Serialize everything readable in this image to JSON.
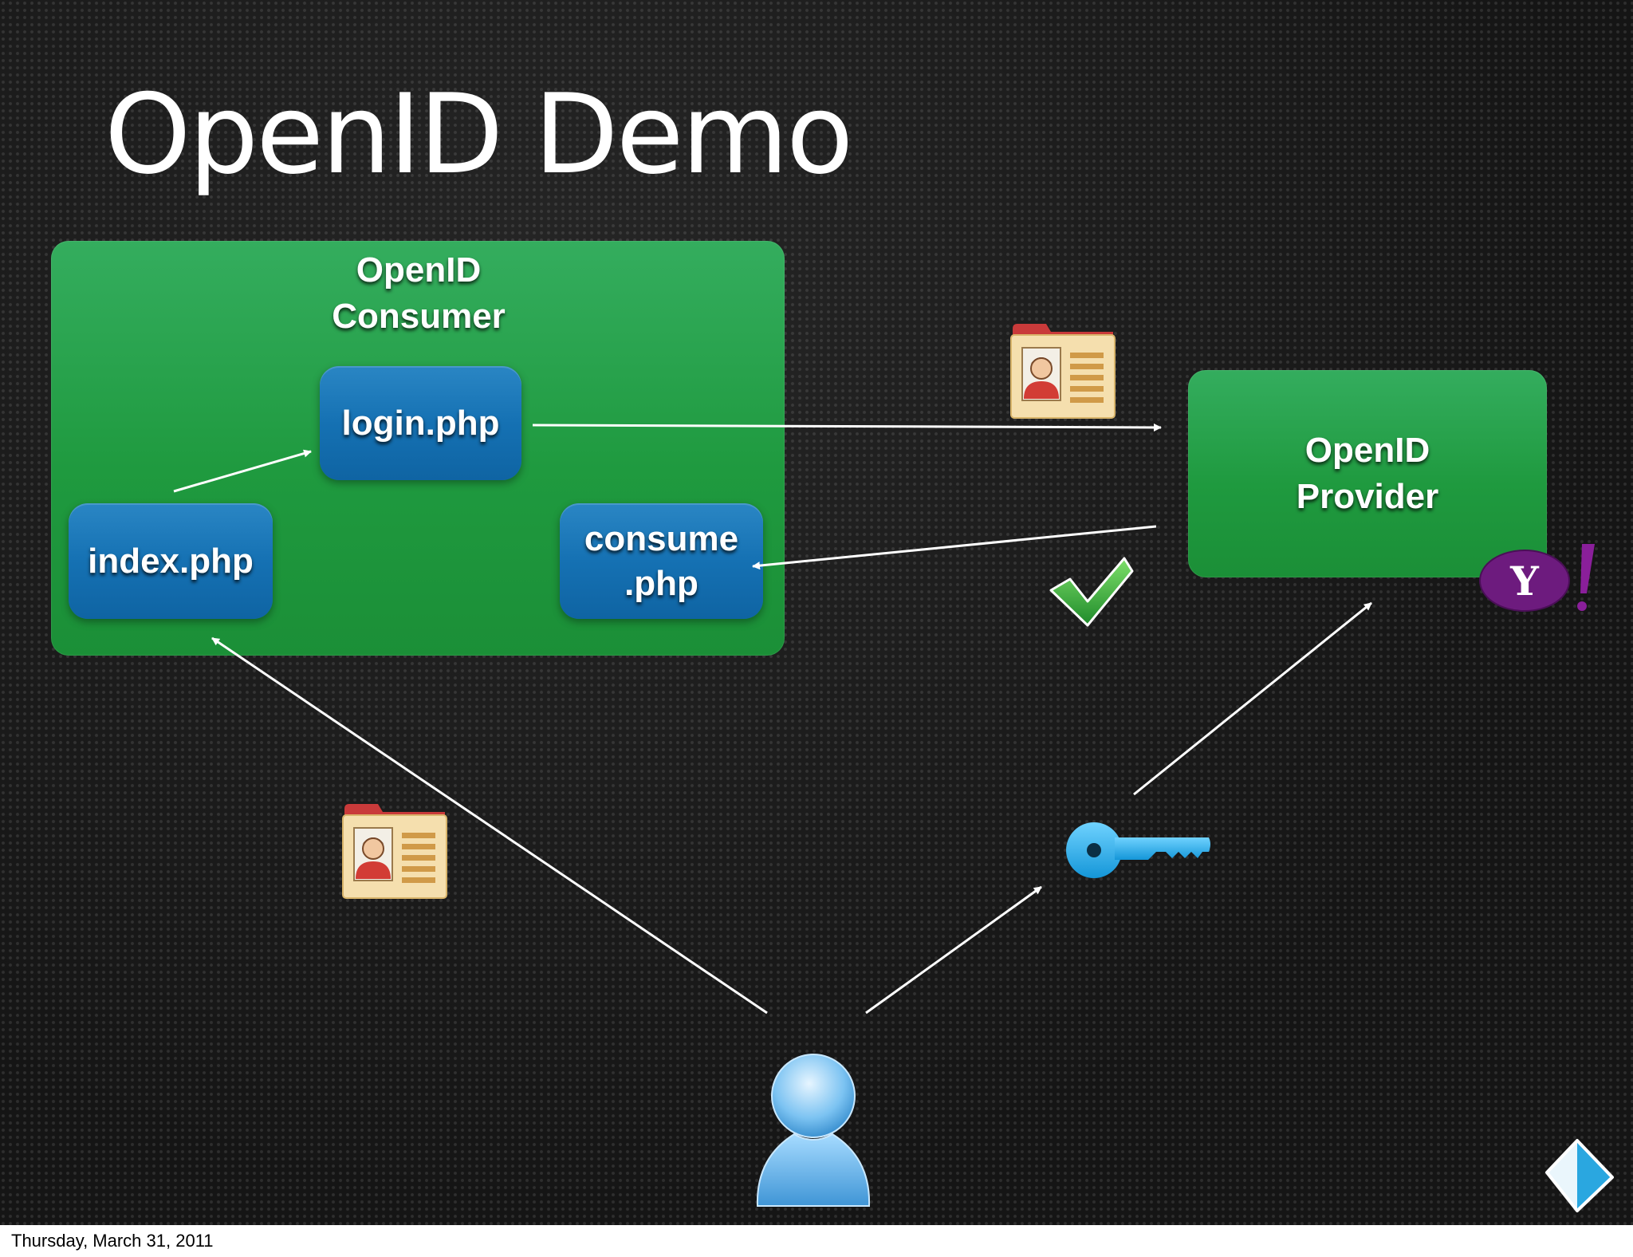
{
  "title": "OpenID Demo",
  "consumer": {
    "label": "OpenID Consumer",
    "nodes": {
      "login": "login.php",
      "index": "index.php",
      "consume": "consume .php"
    }
  },
  "provider": {
    "label": "OpenID Provider",
    "brand_icon": "yahoo-logo-icon"
  },
  "icons": [
    "id-card-icon",
    "checkmark-icon",
    "key-icon",
    "user-icon",
    "presentation-app-logo-icon"
  ],
  "colors": {
    "box_green": "#27a24b",
    "node_blue": "#1571b3",
    "arrow": "#ffffff",
    "yahoo_purple": "#6d1b7e"
  },
  "footer": {
    "date": "Thursday, March 31, 2011"
  }
}
